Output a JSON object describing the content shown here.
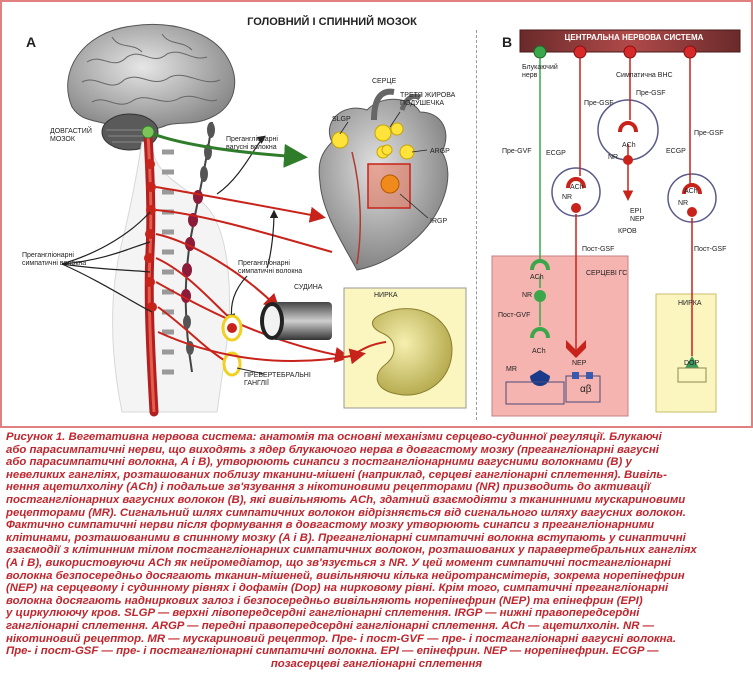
{
  "figure": {
    "title": "ГОЛОВНИЙ І СПИННИЙ МОЗОК",
    "panel_a": "A",
    "panel_b": "B"
  },
  "panel_a": {
    "brainstem": "ДОВГАСТИЙ\nМОЗОК",
    "pregang_vagal": "Прегангліонарні\nвагусні волокна",
    "heart": "СЕРЦЕ",
    "fat_pad": "ТРЕТЯ ЖИРОВА\nПОДУШЕЧКА",
    "slgp": "SLGP",
    "argp": "ARGP",
    "irgp": "IRGP",
    "pregang_symp_left": "Прегангліонарні\nсимпатичні волокна",
    "pregang_symp_mid": "Прегангліонарні\nсимпатичні волокна",
    "vessel": "СУДИНА",
    "kidney": "НИРКА",
    "prevertebral": "ПРЕВЕРТЕБРАЛЬНІ\nГАНГЛІЇ"
  },
  "panel_b": {
    "cns": "ЦЕНТРАЛЬНА НЕРВОВА СИСТЕМА",
    "vagus": "Блукаючий\nнерв",
    "sympathetic": "Симпатична ВНС",
    "pre_gsf_1": "Пре-GSF",
    "pre_gsf_2": "Пре-GSF",
    "pre_gsf_3": "Пре-GSF",
    "pre_gvf": "Пре-GVF",
    "ecgp_1": "ECGP",
    "ecgp_2": "ECGP",
    "ach": "ACh",
    "nr": "NR",
    "epi": "EPI",
    "nep": "NEP",
    "blood": "КРОВ",
    "post_gsf_1": "Пост-GSF",
    "post_gsf_2": "Пост-GSF",
    "heart_gs": "СЕРЦЕВІ ГС",
    "post_gvf": "Пост-GVF",
    "mr": "MR",
    "alpha_beta": "αβ",
    "kidney": "НИРКА",
    "dop": "DOP"
  },
  "caption": [
    "Рисунок 1. Вегетативна нервова система: анатомія та основні механізми серцево-судинної регуляції. Блукаючі",
    "або парасимпатичні нерви, що виходять з ядер блукаючого нерва в довгастому мозку (прегангліонарні вагусні",
    "або парасимпатичні волокна, A і B), утворюють синапси з постгангліонарними вагусними волокнами (B) у",
    "невеликих гангліях, розташованих поблизу тканини-мішені (наприклад, серцеві гангліонарні сплетення). Вивіль-",
    "нення ацетилхоліну (ACh) і подальше зв'язування з нікотиновими рецепторами (NR) призводить до активації",
    "постгангліонарних вагусних волокон (B), які вивільняють ACh, здатний взаємодіяти з тканинними мускариновими",
    "рецепторами (MR). Сигнальний шлях симпатичних волокон відрізняється від сигнального шляху вагусних волокон.",
    "Фактично симпатичні нерви після формування в довгастому мозку утворюють синапси з прегангліонарними",
    "клітинами, розташованими в спинному мозку (A і B). Прегангліонарні симпатичні волокна вступають у синаптичні",
    "взаємодії з клітинним тілом постгангліонарних симпатичних волокон, розташованих у паравертебральних гангліях",
    "(A і B), використовуючи ACh як нейромедіатор, що зв'язується з NR. У цей момент симпатичні постгангліонарні",
    "волокна безпосередньо досягають тканин-мішеней, вивільняючи кілька нейротрансмітерів, зокрема норепінефрин",
    "(NEP) на серцевому і судинному рівнях і дофамін (Dop) на нирковому рівні. Крім того, симпатичні прегангліонарні",
    "волокна досягають надниркових залоз і безпосередньо вивільняють норепінефрин (NEP) та епінефрин (EPI)",
    "у циркулюючу кров. SLGP — верхні лівопередсердні гангліонарні сплетення. IRGP — нижні правопередсердні",
    "гангліонарні сплетення. ARGP — передні правопередсердні гангліонарні сплетення. ACh — ацетилхолін. NR —",
    "нікотиновий рецептор. MR — мускариновий рецептор. Пре- і пост-GVF — пре- і постгангліонарні вагусні волокна.",
    "Пре- і пост-GSF — пре- і постгангліонарні симпатичні волокна. EPI — епінефрин. NEP — норепінефрин. ECGP —",
    "позасерцеві гангліонарні сплетення"
  ]
}
